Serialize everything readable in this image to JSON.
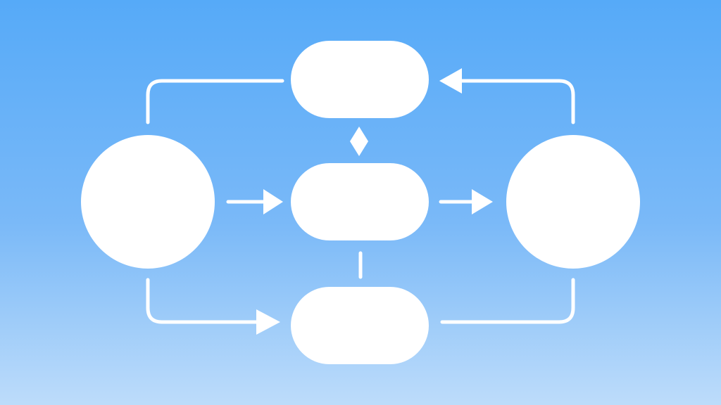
{
  "colors": {
    "background_top": "#56aaf8",
    "background_bottom": "#bddcfa",
    "shapes": "#ffffff",
    "connectors": "#ffffff"
  },
  "nodes": [
    {
      "id": "left-circle",
      "shape": "circle"
    },
    {
      "id": "top-pill",
      "shape": "pill"
    },
    {
      "id": "middle-pill",
      "shape": "pill"
    },
    {
      "id": "bottom-pill",
      "shape": "pill"
    },
    {
      "id": "right-circle",
      "shape": "circle"
    }
  ],
  "connectors": [
    {
      "from": "left-circle",
      "to": "top-pill",
      "style": "elbow-line"
    },
    {
      "from": "right-circle",
      "to": "top-pill",
      "style": "elbow-arrow"
    },
    {
      "from": "left-circle",
      "to": "middle-pill",
      "style": "arrow"
    },
    {
      "from": "middle-pill",
      "to": "right-circle",
      "style": "arrow"
    },
    {
      "from": "top-pill",
      "to": "middle-pill",
      "style": "diamond"
    },
    {
      "from": "middle-pill",
      "to": "bottom-pill",
      "style": "line"
    },
    {
      "from": "left-circle",
      "to": "bottom-pill",
      "style": "elbow-arrow"
    },
    {
      "from": "right-circle",
      "to": "bottom-pill",
      "style": "elbow-line"
    }
  ]
}
